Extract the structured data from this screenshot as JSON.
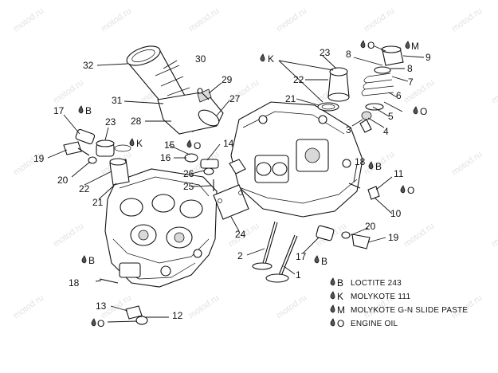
{
  "callouts": [
    {
      "id": "c1",
      "text": "1"
    },
    {
      "id": "c2",
      "text": "2"
    },
    {
      "id": "c3",
      "text": "3"
    },
    {
      "id": "c4",
      "text": "4"
    },
    {
      "id": "c5",
      "text": "5"
    },
    {
      "id": "c6",
      "text": "6"
    },
    {
      "id": "c7",
      "text": "7"
    },
    {
      "id": "c8a",
      "text": "8"
    },
    {
      "id": "c8b",
      "text": "8"
    },
    {
      "id": "c9",
      "text": "9"
    },
    {
      "id": "c10",
      "text": "10"
    },
    {
      "id": "c11",
      "text": "11"
    },
    {
      "id": "c12",
      "text": "12"
    },
    {
      "id": "c13",
      "text": "13"
    },
    {
      "id": "c14",
      "text": "14"
    },
    {
      "id": "c15",
      "text": "15"
    },
    {
      "id": "c16",
      "text": "16"
    },
    {
      "id": "c17a",
      "text": "17"
    },
    {
      "id": "c17b",
      "text": "17"
    },
    {
      "id": "c18a",
      "text": "18"
    },
    {
      "id": "c18b",
      "text": "18"
    },
    {
      "id": "c19a",
      "text": "19"
    },
    {
      "id": "c19b",
      "text": "19"
    },
    {
      "id": "c20a",
      "text": "20"
    },
    {
      "id": "c20b",
      "text": "20"
    },
    {
      "id": "c21a",
      "text": "21"
    },
    {
      "id": "c21b",
      "text": "21"
    },
    {
      "id": "c22a",
      "text": "22"
    },
    {
      "id": "c22b",
      "text": "22"
    },
    {
      "id": "c23a",
      "text": "23"
    },
    {
      "id": "c23b",
      "text": "23"
    },
    {
      "id": "c24",
      "text": "24"
    },
    {
      "id": "c25",
      "text": "25"
    },
    {
      "id": "c26",
      "text": "26"
    },
    {
      "id": "c27",
      "text": "27"
    },
    {
      "id": "c28",
      "text": "28"
    },
    {
      "id": "c29",
      "text": "29"
    },
    {
      "id": "c30",
      "text": "30"
    },
    {
      "id": "c31",
      "text": "31"
    },
    {
      "id": "c32",
      "text": "32"
    }
  ],
  "codes": [
    {
      "id": "m1",
      "text": "M"
    },
    {
      "id": "o1",
      "text": "O"
    },
    {
      "id": "k1",
      "text": "K"
    },
    {
      "id": "o2",
      "text": "O"
    },
    {
      "id": "b1",
      "text": "B"
    },
    {
      "id": "k2",
      "text": "K"
    },
    {
      "id": "o3",
      "text": "O"
    },
    {
      "id": "b2",
      "text": "B"
    },
    {
      "id": "o4",
      "text": "O"
    },
    {
      "id": "b3",
      "text": "B"
    },
    {
      "id": "b4",
      "text": "B"
    },
    {
      "id": "o5",
      "text": "O"
    }
  ],
  "legend": [
    {
      "code": "B",
      "text": "LOCTITE 243"
    },
    {
      "code": "K",
      "text": "MOLYKOTE 111"
    },
    {
      "code": "M",
      "text": "MOLYKOTE G-N SLIDE PASTE"
    },
    {
      "code": "O",
      "text": "ENGINE OIL"
    }
  ],
  "watermark": "motod.ru"
}
